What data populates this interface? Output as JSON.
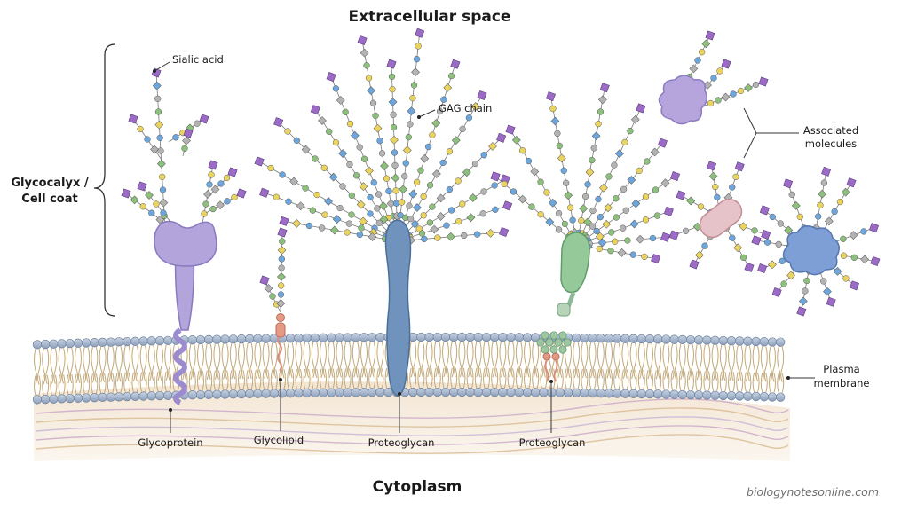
{
  "header": {
    "title": "Extracellular space"
  },
  "footer": {
    "title": "Cytoplasm",
    "watermark": "biologynotesonline.com"
  },
  "labels": {
    "sialic_acid": "Sialic acid",
    "gag_chain": "GAG chain",
    "associated_molecules_1": "Associated",
    "associated_molecules_2": "molecules",
    "glycocalyx_1": "Glycocalyx /",
    "glycocalyx_2": "Cell coat",
    "plasma_membrane_1": "Plasma",
    "plasma_membrane_2": "membrane",
    "glycoprotein": "Glycoprotein",
    "glycolipid": "Glycolipid",
    "proteoglycan_1": "Proteoglycan",
    "proteoglycan_2": "Proteoglycan"
  },
  "colors": {
    "glycoprotein": "#b3a4dc",
    "proteoglycan_blue": "#6f93bd",
    "proteoglycan_green": "#95c99a",
    "associated_purple": "#b6a4dc",
    "associated_blue": "#7e9fd6",
    "associated_pink": "#e6c3c8",
    "lipid_head": "#9ab0cc",
    "cytoplasm": "#f5eadc",
    "sugar_palette": [
      "#6da6dc",
      "#ead35f",
      "#8dc07c",
      "#b3b3b3",
      "#9b6bc6"
    ]
  }
}
